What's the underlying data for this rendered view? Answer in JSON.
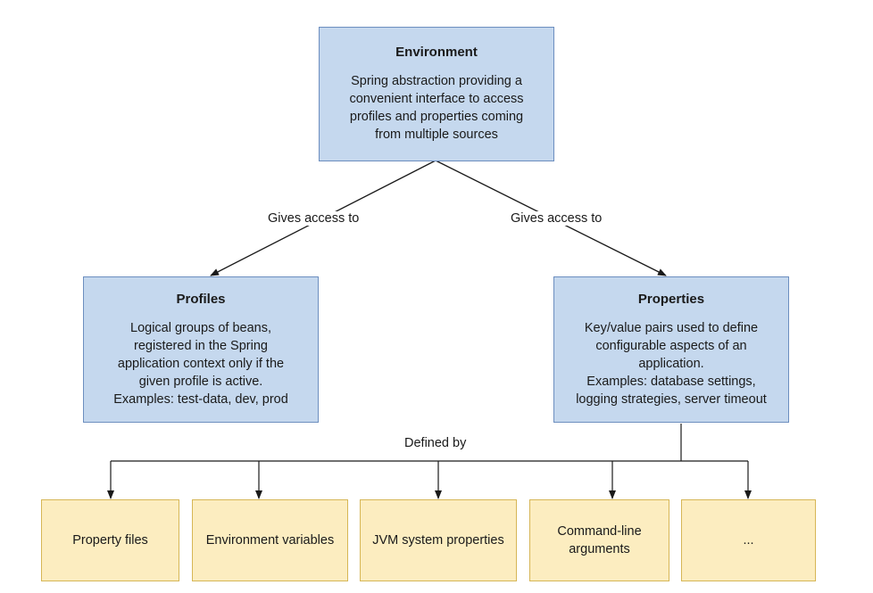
{
  "environment": {
    "title": "Environment",
    "description": "Spring abstraction providing a\nconvenient interface to access\nprofiles and properties coming\nfrom multiple sources"
  },
  "profiles": {
    "title": "Profiles",
    "description": "Logical groups of beans,\nregistered in the Spring\napplication context only if the\ngiven profile is active.\nExamples: test-data, dev, prod"
  },
  "properties": {
    "title": "Properties",
    "description": "Key/value pairs used to define\nconfigurable aspects of an\napplication.\nExamples: database settings,\nlogging strategies, server timeout"
  },
  "edges": {
    "env_to_profiles": "Gives access to",
    "env_to_properties": "Gives access to",
    "defined_by": "Defined by"
  },
  "sources": [
    {
      "label": "Property files"
    },
    {
      "label": "Environment variables"
    },
    {
      "label": "JVM system properties"
    },
    {
      "label": "Command-line\narguments"
    },
    {
      "label": "..."
    }
  ],
  "colors": {
    "blue_fill": "#c5d8ee",
    "blue_border": "#6c8ebf",
    "yellow_fill": "#fcedc0",
    "yellow_border": "#d6b656",
    "line": "#1a1a1a"
  }
}
